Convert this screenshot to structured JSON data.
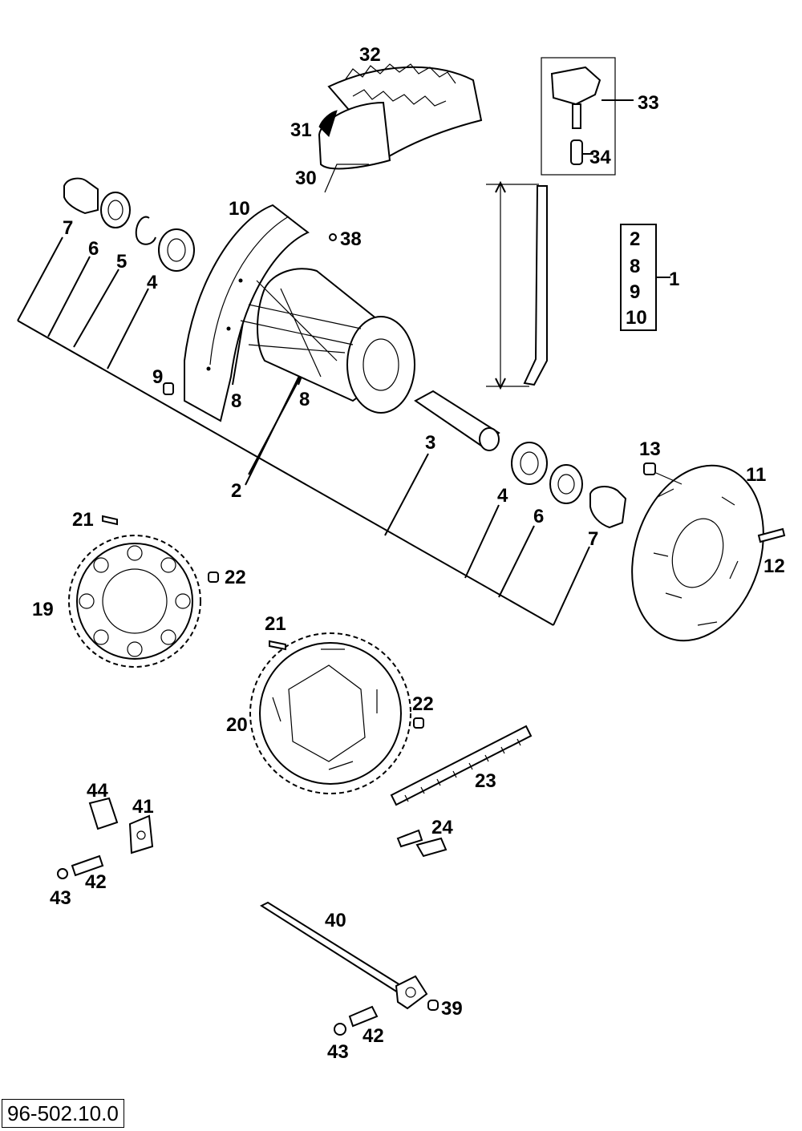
{
  "diagram_code": "96-502.10.0",
  "callouts": {
    "c32": "32",
    "c31": "31",
    "c30": "30",
    "c33": "33",
    "c34": "34",
    "c7a": "7",
    "c6a": "6",
    "c5": "5",
    "c4a": "4",
    "c10": "10",
    "c38": "38",
    "c9": "9",
    "c8a": "8",
    "c8b": "8",
    "c2": "2",
    "c3": "3",
    "c4b": "4",
    "c6b": "6",
    "c7b": "7",
    "c13": "13",
    "c11": "11",
    "c12": "12",
    "c21a": "21",
    "c22a": "22",
    "c19": "19",
    "c21b": "21",
    "c22b": "22",
    "c20": "20",
    "c23": "23",
    "c24": "24",
    "c44": "44",
    "c41": "41",
    "c42a": "42",
    "c43a": "43",
    "c40": "40",
    "c39": "39",
    "c42b": "42",
    "c43b": "43",
    "c1": "1"
  },
  "kit_box": {
    "items": [
      "2",
      "8",
      "9",
      "10"
    ]
  }
}
